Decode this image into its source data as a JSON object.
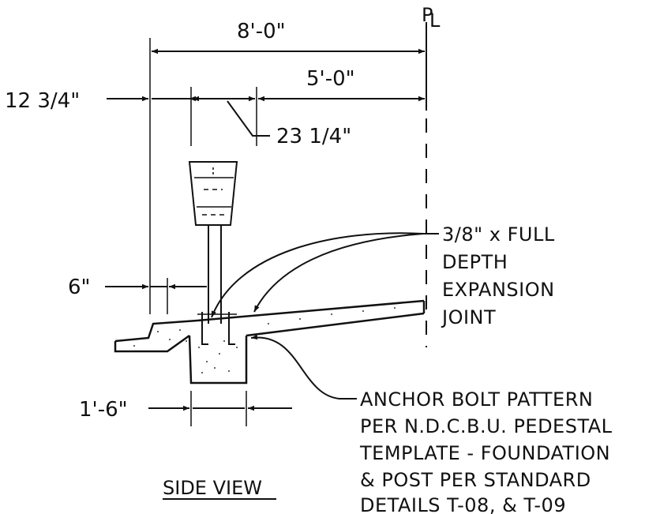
{
  "dimensions": {
    "overall_width": "8'-0\"",
    "offset_to_post": "12 3/4\"",
    "post_to_pl": "5'-0\"",
    "box_width": "23 1/4\"",
    "curb_offset": "6\"",
    "footing_width": "1'-6\""
  },
  "property_line": {
    "p": "P",
    "l": "L"
  },
  "notes": {
    "expansion_joint": [
      "3/8\" x FULL",
      "DEPTH",
      "EXPANSION",
      "JOINT"
    ],
    "anchor_bolt": [
      "ANCHOR BOLT PATTERN",
      "PER N.D.C.B.U. PEDESTAL",
      "TEMPLATE - FOUNDATION",
      "& POST PER STANDARD",
      "DETAILS T-08, & T-09"
    ]
  },
  "view_title": "SIDE VIEW"
}
